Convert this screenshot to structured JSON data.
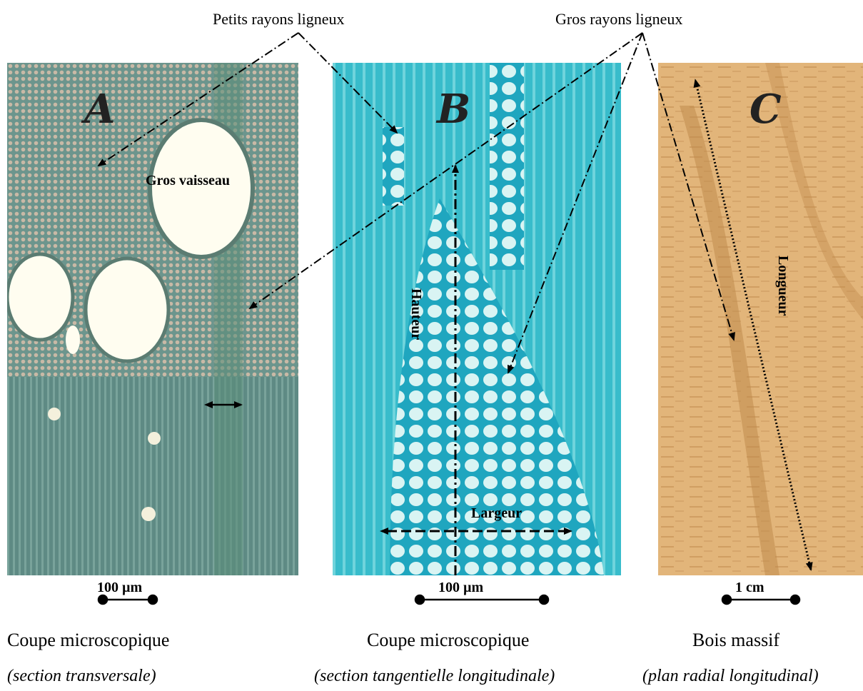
{
  "labels": {
    "petits_rayons": "Petits rayons ligneux",
    "gros_rayons": "Gros rayons ligneux"
  },
  "panels": [
    {
      "letter": "A",
      "inner_label": "Gros vaisseau",
      "scale": "100 µm",
      "caption": "Coupe microscopique",
      "subcaption": "(section transversale)",
      "colors": {
        "base": "#5f8f88",
        "vessel": "#fffdf0"
      }
    },
    {
      "letter": "B",
      "height_label": "Hauteur",
      "width_label": "Largeur",
      "scale": "100 µm",
      "caption": "Coupe microscopique",
      "subcaption": "(section tangentielle longitudinale)",
      "colors": {
        "base": "#2fb8c8",
        "cell": "#d9f4f3"
      }
    },
    {
      "letter": "C",
      "length_label": "Longueur",
      "scale": "1 cm",
      "caption": "Bois massif",
      "subcaption": "(plan radial longitudinal)",
      "colors": {
        "base": "#e2b57a",
        "grain": "#c99458"
      }
    }
  ]
}
